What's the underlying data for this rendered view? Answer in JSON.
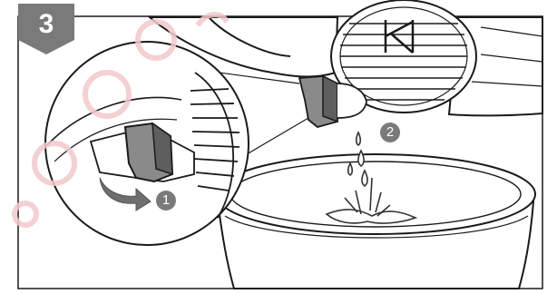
{
  "step": {
    "number": "3"
  },
  "callouts": [
    {
      "number": "1",
      "icon": "rotate-arrow-icon"
    },
    {
      "number": "2",
      "icon": "water-drip-icon"
    }
  ],
  "colors": {
    "badge": "#7a7a7a",
    "line": "#1a1a1a",
    "knob": "#8a8a8a",
    "knob_dark": "#5e5e5e",
    "arrow": "#6e6e6e",
    "watermark": "#f2c9cb"
  }
}
